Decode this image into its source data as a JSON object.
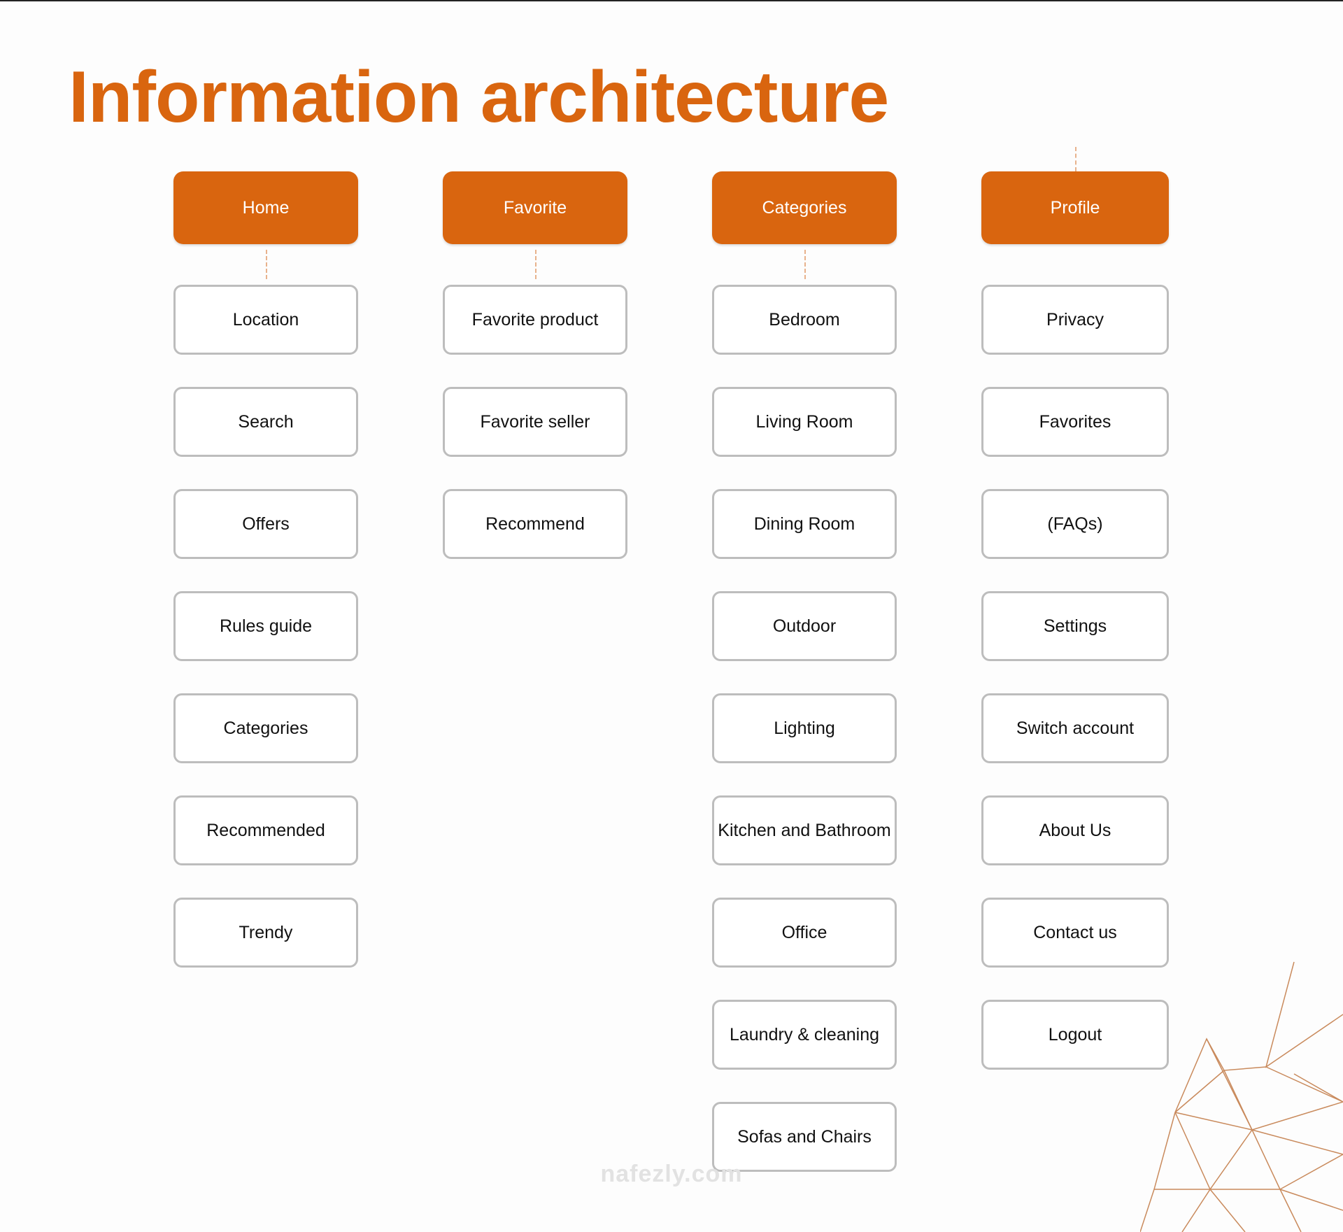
{
  "title": "Information architecture",
  "colors": {
    "accent": "#d9650f",
    "node_border": "#bdbdbd",
    "connector": "#e8b28c",
    "background": "#fdfdfd"
  },
  "columns": [
    {
      "header": "Home",
      "items": [
        "Location",
        "Search",
        "Offers",
        "Rules guide",
        "Categories",
        "Recommended",
        "Trendy"
      ]
    },
    {
      "header": "Favorite",
      "items": [
        "Favorite product",
        "Favorite seller",
        "Recommend"
      ]
    },
    {
      "header": "Categories",
      "items": [
        "Bedroom",
        "Living Room",
        "Dining Room",
        "Outdoor",
        "Lighting",
        "Kitchen and Bathroom",
        "Office",
        "Laundry & cleaning",
        "Sofas and Chairs"
      ]
    },
    {
      "header": "Profile",
      "items": [
        "Privacy",
        "Favorites",
        "(FAQs)",
        "Settings",
        "Switch account",
        "About Us",
        "Contact us",
        "Logout"
      ]
    }
  ],
  "watermark": {
    "latin": "nafezly.com"
  }
}
